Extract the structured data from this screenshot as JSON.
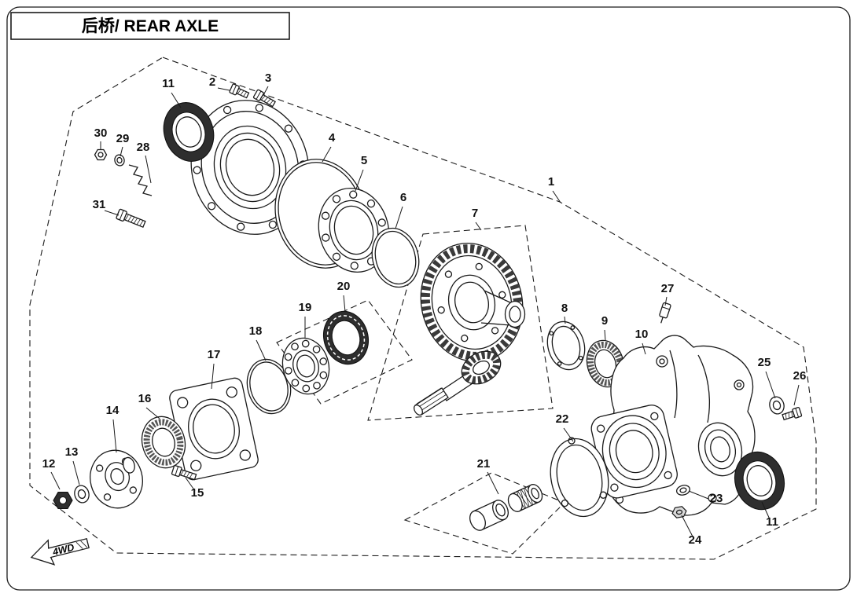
{
  "title": "后桥/ REAR AXLE",
  "arrow_label": "4WD",
  "labels": [
    "1",
    "2",
    "3",
    "4",
    "5",
    "6",
    "7",
    "8",
    "9",
    "10",
    "11",
    "11",
    "12",
    "13",
    "14",
    "15",
    "16",
    "17",
    "18",
    "19",
    "20",
    "21",
    "22",
    "23",
    "24",
    "25",
    "26",
    "27",
    "28",
    "29",
    "30",
    "31"
  ],
  "colors": {
    "ink": "#1a1a1a",
    "paper": "#ffffff",
    "seal_fill": "#2e2e2e"
  }
}
